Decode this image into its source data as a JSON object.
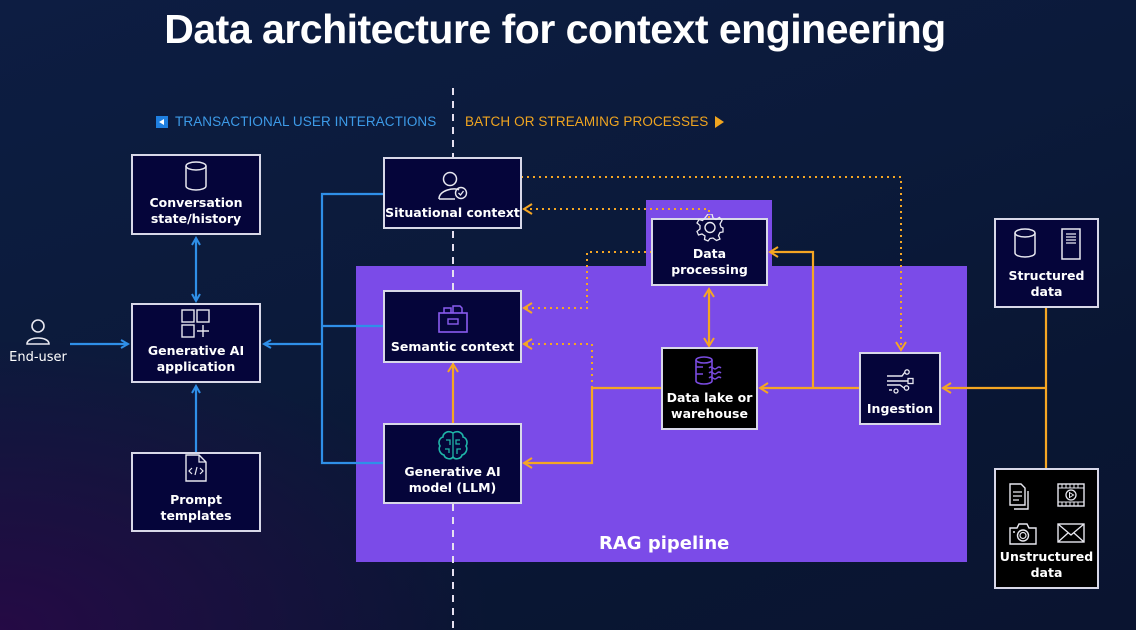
{
  "title": "Data architecture for context engineering",
  "legend": {
    "left_label": "TRANSACTIONAL USER INTERACTIONS",
    "right_label": "BATCH OR STREAMING PROCESSES"
  },
  "colors": {
    "transactional": "#2f8fe8",
    "batch": "#f5a623",
    "rag_region": "#7b4be8",
    "box_fill": "#05053a"
  },
  "actors": {
    "end_user": {
      "label": "End-user",
      "icon": "user-icon"
    }
  },
  "nodes": {
    "conversation": {
      "label_line1": "Conversation",
      "label_line2": "state/history",
      "icon": "database-icon"
    },
    "genai_app": {
      "label_line1": "Generative AI",
      "label_line2": "application",
      "icon": "app-grid-icon"
    },
    "prompt_templates": {
      "label": "Prompt templates",
      "icon": "code-file-icon"
    },
    "situational": {
      "label": "Situational context",
      "icon": "user-check-icon"
    },
    "semantic": {
      "label": "Semantic context",
      "icon": "file-cabinet-icon"
    },
    "llm": {
      "label_line1": "Generative AI",
      "label_line2": "model (LLM)",
      "icon": "brain-icon"
    },
    "data_processing": {
      "label": "Data processing",
      "icon": "gear-icon"
    },
    "data_lake": {
      "label_line1": "Data lake or",
      "label_line2": "warehouse",
      "icon": "data-lake-icon"
    },
    "ingestion": {
      "label": "Ingestion",
      "icon": "ingestion-icon"
    },
    "structured": {
      "label_line1": "Structured",
      "label_line2": "data",
      "icons": [
        "database-icon",
        "server-icon"
      ]
    },
    "unstructured": {
      "label_line1": "Unstructured",
      "label_line2": "data",
      "icons": [
        "documents-icon",
        "video-icon",
        "camera-icon",
        "email-icon"
      ]
    }
  },
  "regions": {
    "rag": {
      "label": "RAG pipeline"
    }
  },
  "edges": [
    {
      "from": "end_user",
      "to": "genai_app",
      "style": "solid",
      "color": "transactional"
    },
    {
      "from": "conversation",
      "to": "genai_app",
      "style": "solid",
      "color": "transactional",
      "bidirectional": true
    },
    {
      "from": "prompt_templates",
      "to": "genai_app",
      "style": "solid",
      "color": "transactional"
    },
    {
      "from": "situational",
      "to": "genai_app",
      "style": "solid",
      "color": "transactional"
    },
    {
      "from": "semantic",
      "to": "genai_app",
      "style": "solid",
      "color": "transactional"
    },
    {
      "from": "llm",
      "to": "genai_app",
      "style": "solid",
      "color": "transactional"
    },
    {
      "from": "llm",
      "to": "semantic",
      "style": "solid",
      "color": "batch"
    },
    {
      "from": "data_lake",
      "to": "llm",
      "style": "solid",
      "color": "batch"
    },
    {
      "from": "data_processing",
      "to": "data_lake",
      "style": "solid",
      "color": "batch",
      "bidirectional": true
    },
    {
      "from": "ingestion",
      "to": "data_lake",
      "style": "solid",
      "color": "batch"
    },
    {
      "from": "ingestion",
      "to": "data_processing",
      "style": "solid",
      "color": "batch"
    },
    {
      "from": "structured",
      "to": "ingestion",
      "style": "solid",
      "color": "batch"
    },
    {
      "from": "unstructured",
      "to": "ingestion",
      "style": "solid",
      "color": "batch"
    },
    {
      "from": "situational",
      "to": "ingestion",
      "style": "dotted",
      "color": "batch"
    },
    {
      "from": "data_processing",
      "to": "situational",
      "style": "dotted",
      "color": "batch"
    },
    {
      "from": "data_processing",
      "to": "semantic",
      "style": "dotted",
      "color": "batch"
    },
    {
      "from": "data_lake",
      "to": "semantic",
      "style": "dotted",
      "color": "batch"
    }
  ]
}
